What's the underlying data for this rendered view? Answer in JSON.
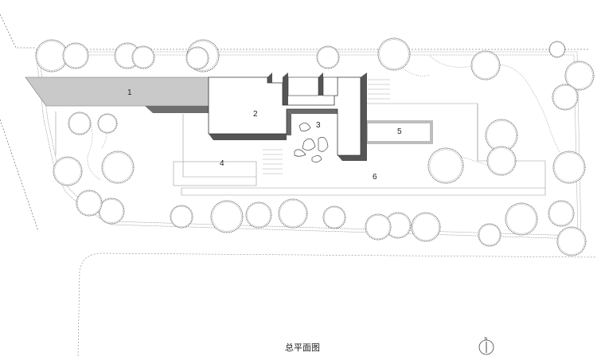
{
  "drawing": {
    "caption": "总平面图",
    "north_label": "N"
  },
  "zones": [
    {
      "id": "1",
      "label": "1"
    },
    {
      "id": "2",
      "label": "2"
    },
    {
      "id": "3",
      "label": "3"
    },
    {
      "id": "4",
      "label": "4"
    },
    {
      "id": "5",
      "label": "5"
    },
    {
      "id": "6",
      "label": "6"
    }
  ]
}
